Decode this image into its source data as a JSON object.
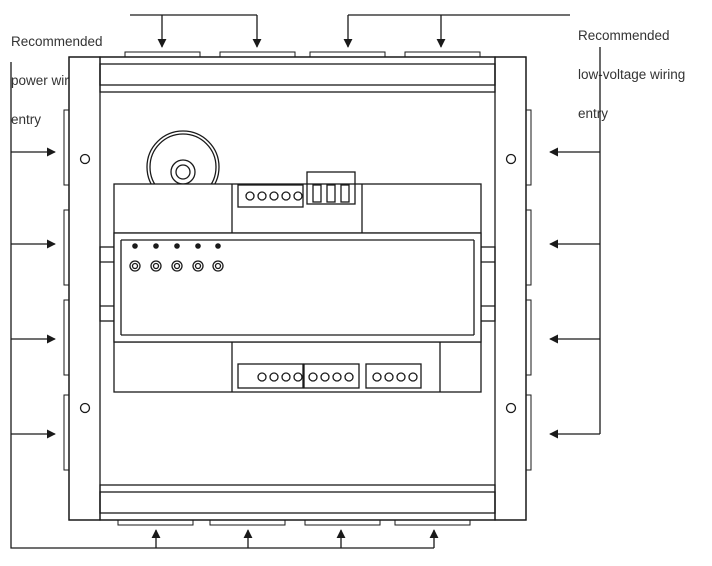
{
  "labels": {
    "power": [
      "Recommended",
      "power wiring",
      "entry"
    ],
    "low_voltage": [
      "Recommended",
      "low-voltage wiring",
      "entry"
    ]
  },
  "colors": {
    "line": "#1a1a1a",
    "text": "#333333",
    "panel": "#ffffff",
    "shade": "#f2f2f2"
  },
  "icons": {
    "arrow": "arrow-icon",
    "speaker": "speaker-icon",
    "mounting_hole": "mounting-hole-icon",
    "led": "led-icon",
    "button": "button-icon"
  }
}
